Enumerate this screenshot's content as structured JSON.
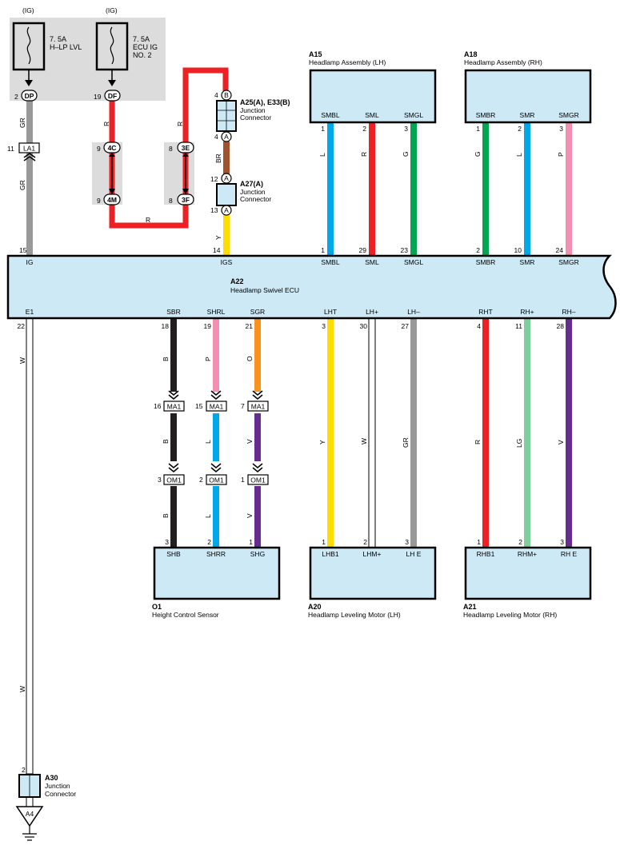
{
  "fuses": [
    {
      "power": "(IG)",
      "rating": "7. 5A",
      "name_lines": [
        "H–LP LVL"
      ],
      "pin": "2",
      "conn": "DP"
    },
    {
      "power": "(IG)",
      "rating": "7. 5A",
      "name_lines": [
        "ECU IG",
        "NO. 2"
      ],
      "pin": "19",
      "conn": "DF"
    }
  ],
  "junctions": {
    "a25": {
      "title": "A25(A), E33(B)",
      "lines": [
        "Junction",
        "Connector"
      ],
      "top_pin": "4",
      "top_conn": "B",
      "bot_pin": "4",
      "bot_conn": "A"
    },
    "a27": {
      "title": "A27(A)",
      "lines": [
        "Junction",
        "Connector"
      ],
      "top_pin": "12",
      "top_conn": "A",
      "bot_pin": "13",
      "bot_conn": "A"
    },
    "a30": {
      "title": "A30",
      "lines": [
        "Junction",
        "Connector"
      ],
      "pin": "2"
    },
    "ground": "A4"
  },
  "inline_connectors": {
    "la1": {
      "pin": "11",
      "label": "LA1"
    },
    "c4c": {
      "pin": "9",
      "label": "4C"
    },
    "c4m": {
      "pin": "9",
      "label": "4M"
    },
    "c3e": {
      "pin": "8",
      "label": "3E"
    },
    "c3f": {
      "pin": "8",
      "label": "3F"
    },
    "ma1": [
      {
        "pin": "16",
        "label": "MA1"
      },
      {
        "pin": "15",
        "label": "MA1"
      },
      {
        "pin": "7",
        "label": "MA1"
      }
    ],
    "om1": [
      {
        "pin": "3",
        "label": "OM1"
      },
      {
        "pin": "2",
        "label": "OM1"
      },
      {
        "pin": "1",
        "label": "OM1"
      }
    ]
  },
  "wire_colors": {
    "gr": "GR",
    "r": "R",
    "br": "BR",
    "y": "Y",
    "w": "W",
    "b": "B",
    "p": "P",
    "o": "O",
    "l": "L",
    "v": "V",
    "g": "G",
    "lg": "LG"
  },
  "palette": {
    "GR": "#999999",
    "R": "#ee2024",
    "BR": "#a0522d",
    "Y": "#ffdd00",
    "W": "#ffffff",
    "B": "#231f20",
    "P": "#f48fb1",
    "O": "#f7941d",
    "L": "#00a8e8",
    "V": "#662d91",
    "G": "#00a650",
    "LG": "#7fcf9c",
    "box": "#cde9f6",
    "fuse_panel": "#dcdcdc"
  },
  "a15": {
    "id": "A15",
    "name": "Headlamp Assembly (LH)",
    "terminals": [
      {
        "label": "SMBL",
        "top_pin": "1",
        "wire": "L",
        "ecu_pin": "1"
      },
      {
        "label": "SML",
        "top_pin": "2",
        "wire": "R",
        "ecu_pin": "29"
      },
      {
        "label": "SMGL",
        "top_pin": "3",
        "wire": "G",
        "ecu_pin": "23"
      }
    ]
  },
  "a18": {
    "id": "A18",
    "name": "Headlamp Assembly (RH)",
    "terminals": [
      {
        "label": "SMBR",
        "top_pin": "1",
        "wire": "G",
        "ecu_pin": "2"
      },
      {
        "label": "SMR",
        "top_pin": "2",
        "wire": "L",
        "ecu_pin": "10"
      },
      {
        "label": "SMGR",
        "top_pin": "3",
        "wire": "P",
        "ecu_pin": "24"
      }
    ]
  },
  "ecu": {
    "id": "A22",
    "name": "Headlamp Swivel ECU",
    "top_terms": [
      {
        "pin": "15",
        "label": "IG"
      },
      {
        "pin": "14",
        "label": "IGS"
      },
      {
        "label": "SMBL"
      },
      {
        "label": "SML"
      },
      {
        "label": "SMGL"
      },
      {
        "label": "SMBR"
      },
      {
        "label": "SMR"
      },
      {
        "label": "SMGR"
      }
    ],
    "bottom_terms": [
      {
        "label": "E1",
        "pin": "22"
      },
      {
        "label": "SBR",
        "pin": "18"
      },
      {
        "label": "SHRL",
        "pin": "19"
      },
      {
        "label": "SGR",
        "pin": "21"
      },
      {
        "label": "LHT",
        "pin": "3"
      },
      {
        "label": "LH+",
        "pin": "30"
      },
      {
        "label": "LH–",
        "pin": "27"
      },
      {
        "label": "RHT",
        "pin": "4"
      },
      {
        "label": "RH+",
        "pin": "11"
      },
      {
        "label": "RH–",
        "pin": "28"
      }
    ]
  },
  "o1": {
    "id": "O1",
    "name": "Height Control Sensor",
    "terminals": [
      {
        "label": "SHB",
        "pin": "3"
      },
      {
        "label": "SHRR",
        "pin": "2"
      },
      {
        "label": "SHG",
        "pin": "1"
      }
    ]
  },
  "a20": {
    "id": "A20",
    "name": "Headlamp Leveling Motor (LH)",
    "terminals": [
      {
        "label": "LHB1",
        "pin": "1",
        "wire": "Y"
      },
      {
        "label": "LHM+",
        "pin": "2",
        "wire": "W"
      },
      {
        "label": "LH E",
        "pin": "3",
        "wire": "GR"
      }
    ]
  },
  "a21": {
    "id": "A21",
    "name": "Headlamp Leveling Motor (RH)",
    "terminals": [
      {
        "label": "RHB1",
        "pin": "1",
        "wire": "R"
      },
      {
        "label": "RHM+",
        "pin": "2",
        "wire": "LG"
      },
      {
        "label": "RH E",
        "pin": "3",
        "wire": "V"
      }
    ]
  }
}
